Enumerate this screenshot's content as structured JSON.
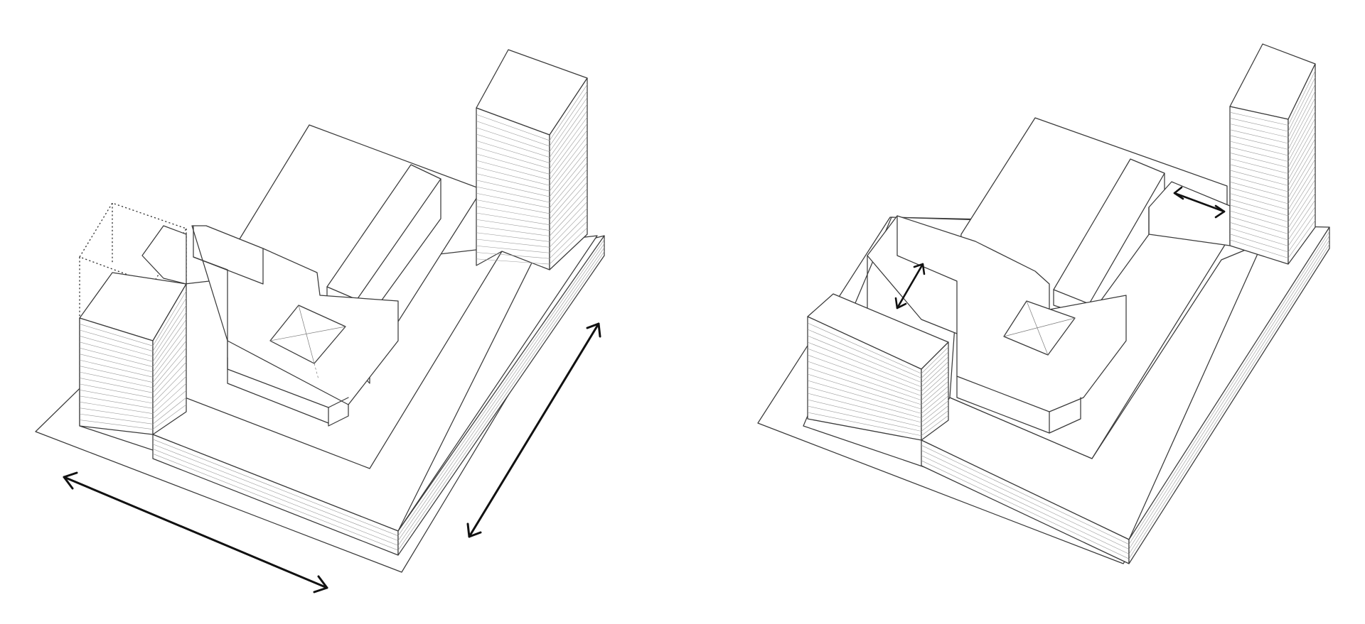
{
  "panels": [
    {
      "id": "left",
      "dimension_arrows": [
        "horizontal-extent",
        "depth-extent"
      ],
      "has_dotted_volume": true
    },
    {
      "id": "right",
      "dimension_arrows": [
        "gap-left",
        "gap-right"
      ],
      "has_dotted_volume": false
    }
  ],
  "colors": {
    "line": "#3a3a3a",
    "hatch": "#9a9a9a",
    "arrow": "#111111",
    "background": "#ffffff"
  }
}
